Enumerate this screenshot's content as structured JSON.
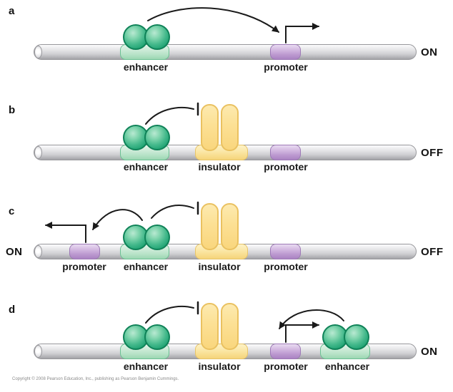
{
  "figure": {
    "description": "Enhancer, insulator and promoter interactions on DNA",
    "colors": {
      "enhancer_protein": "#21a474",
      "enhancer_segment": "#b5e2c6",
      "insulator": "#fce094",
      "promoter": "#bb98cf",
      "dna_rod": "#d9d9db",
      "arrow": "#1a1a1a"
    }
  },
  "panels": [
    {
      "letter": "a",
      "segment_labels": [
        "enhancer",
        "promoter"
      ],
      "state_right": "ON"
    },
    {
      "letter": "b",
      "segment_labels": [
        "enhancer",
        "insulator",
        "promoter"
      ],
      "state_right": "OFF"
    },
    {
      "letter": "c",
      "segment_labels": [
        "promoter",
        "enhancer",
        "insulator",
        "promoter"
      ],
      "state_left": "ON",
      "state_right": "OFF"
    },
    {
      "letter": "d",
      "segment_labels": [
        "enhancer",
        "insulator",
        "promoter",
        "enhancer"
      ],
      "state_right": "ON"
    }
  ],
  "footer": {
    "copyright": "Copyright © 2008 Pearson Education, Inc., publishing as Pearson Benjamin Cummings."
  }
}
